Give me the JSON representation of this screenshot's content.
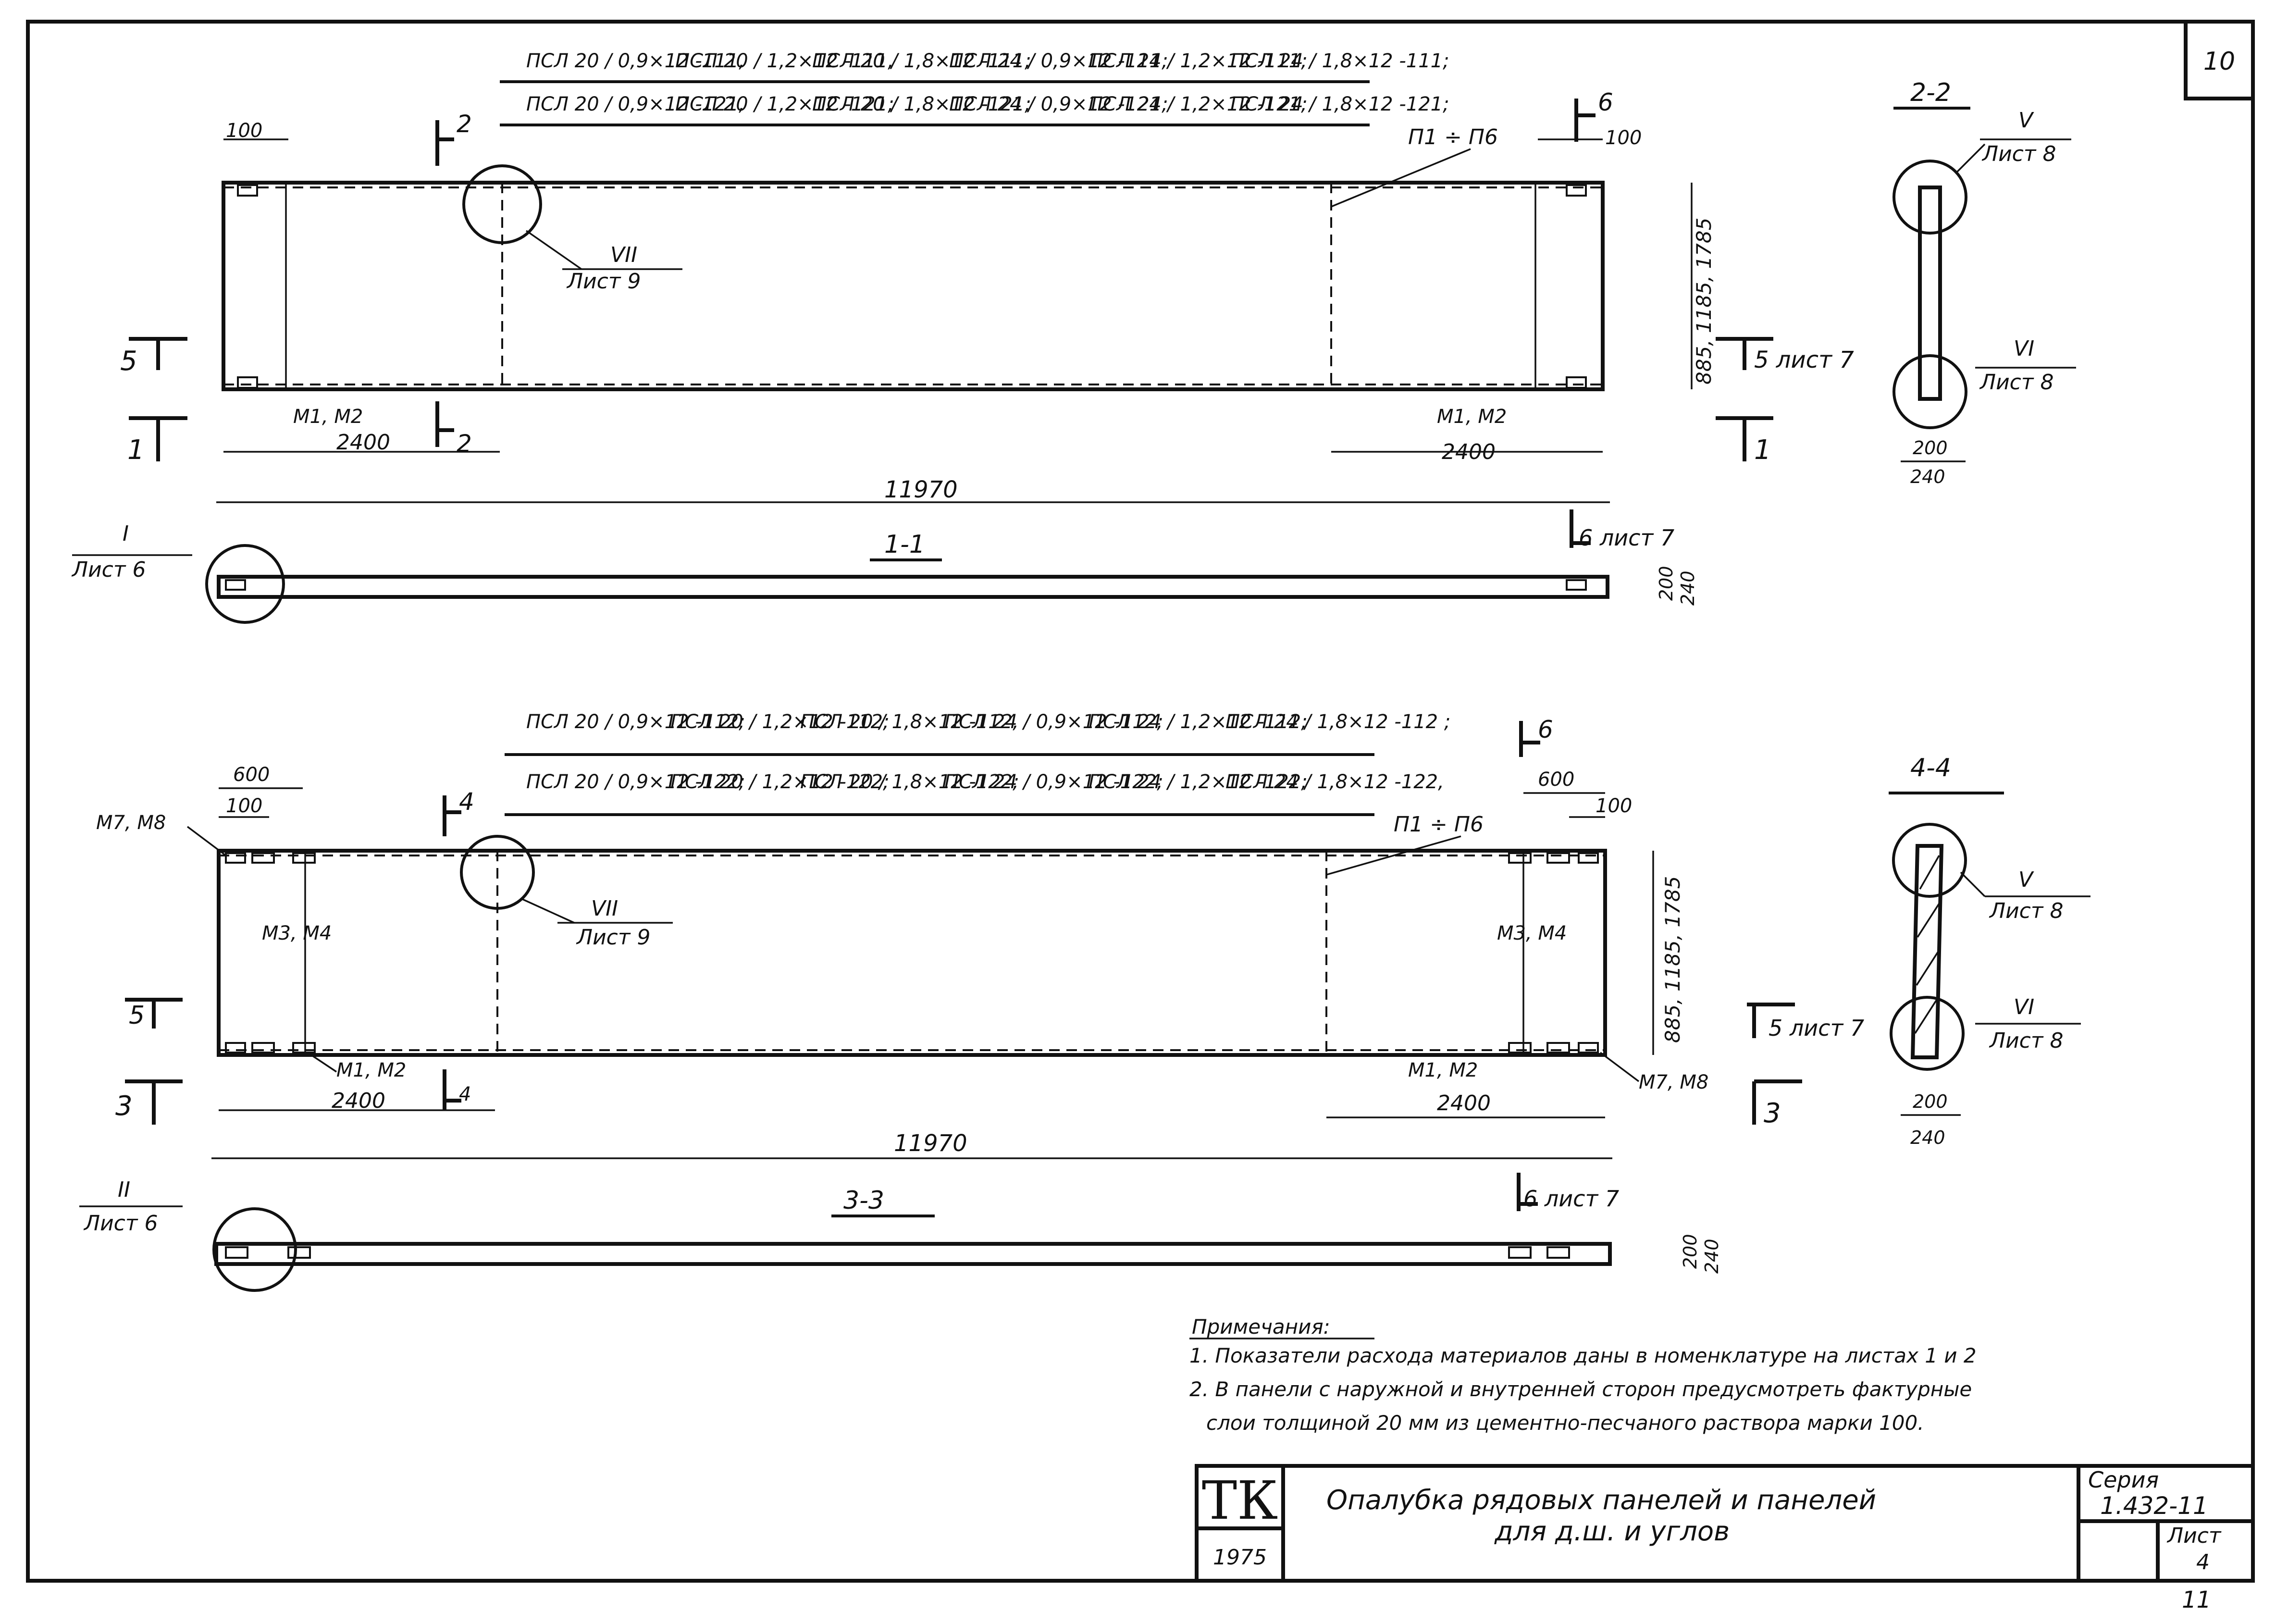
{
  "sheet": {
    "number": "10",
    "page_bottom": "11"
  },
  "top": {
    "marks_row1": [
      "ПСЛ 20 / 0,9×12 -111,",
      "ПСЛ 20 / 1,2×12 -111,",
      "ПСЛ 20 / 1,8×12 -111;",
      "ПСЛ 24 / 0,9×12 -111;",
      "ПСЛ 24 / 1,2×12 -111;",
      "ПСЛ 24 / 1,8×12 -111;"
    ],
    "marks_row2": [
      "ПСЛ 20 / 0,9×12 -121,",
      "ПСЛ 20 / 1,2×12 -121;",
      "ПСЛ 20 / 1,8×12 -121;",
      "ПСЛ 24 / 0,9×12 -121;",
      "ПСЛ 24 / 1,2×12 -121;",
      "ПСЛ 24 / 1,8×12 -121;"
    ],
    "dim_left_100": "100",
    "dim_right_100": "100",
    "dim_left_2400": "2400",
    "dim_right_2400": "2400",
    "dim_total": "11970",
    "dim_height": "885, 1185, 1785",
    "mark_left": "М1, М2",
    "mark_right": "М1, М2",
    "mark_p": "П1 ÷ П6",
    "callout_vii_num": "VII",
    "callout_vii_sheet": "Лист 9",
    "sec2_label": "2",
    "sec6_label": "6",
    "sec5_label": "5",
    "sec5_right": "5 лист 7",
    "sec1_label": "1"
  },
  "section_1_1": {
    "title": "1-1",
    "callout_num": "I",
    "callout_sheet": "Лист 6",
    "sec6_ref": "6 лист 7",
    "dim_200": "200",
    "dim_240": "240"
  },
  "section_2_2": {
    "title": "2-2",
    "callout_v_num": "V",
    "callout_v_sheet": "Лист 8",
    "callout_vi_num": "VI",
    "callout_vi_sheet": "Лист 8",
    "dim_200": "200",
    "dim_240": "240"
  },
  "bottom": {
    "marks_row1": [
      "ПСЛ 20 / 0,9×12 -112;",
      "ПСЛ 20 / 1,2×12 -112;",
      "ПСЛ 20 / 1,8×12 -112,",
      "ПСЛ 24 / 0,9×12 -112;",
      "ПСЛ 24 / 1,2×12 -112;",
      "ПСЛ 24 / 1,8×12 -112 ;"
    ],
    "marks_row2": [
      "ПСЛ 20 / 0,9×12 -122;",
      "ПСЛ 20 / 1,2×12 -122;",
      "ПСЛ 20 / 1,8×12 -122;",
      "ПСЛ 24 / 0,9×12 -122;",
      "ПСЛ 24 / 1,2×12 -122;",
      "ПСЛ 24 / 1,8×12 -122,"
    ],
    "dim_left_600": "600",
    "dim_left_100": "100",
    "dim_right_600": "600",
    "dim_right_100": "100",
    "dim_left_2400": "2400",
    "dim_right_2400": "2400",
    "dim_total": "11970",
    "dim_height": "885, 1185, 1785",
    "mark_m7_left": "М7, М8",
    "mark_m7_right": "М7, М8",
    "mark_m3_left": "М3, М4",
    "mark_m3_right": "М3, М4",
    "mark_m1_left": "М1, М2",
    "mark_m1_right": "М1, М2",
    "mark_p": "П1 ÷ П6",
    "callout_vii_num": "VII",
    "callout_vii_sheet": "Лист 9",
    "sec4_label": "4",
    "sec4_low": "4",
    "sec6_label": "6",
    "sec5_label": "5",
    "sec5_right": "5 лист 7",
    "sec3_label": "3"
  },
  "section_3_3": {
    "title": "3-3",
    "callout_num": "II",
    "callout_sheet": "Лист 6",
    "sec6_ref": "6 лист 7",
    "dim_200": "200",
    "dim_240": "240"
  },
  "section_4_4": {
    "title": "4-4",
    "callout_v_num": "V",
    "callout_v_sheet": "Лист 8",
    "callout_vi_num": "VI",
    "callout_vi_sheet": "Лист 8",
    "dim_200": "200",
    "dim_240": "240"
  },
  "notes": {
    "heading": "Примечания:",
    "line1": "1. Показатели расхода материалов даны в номенклатуре на листах 1 и 2",
    "line2": "2. В панели с наружной и внутренней сторон предусмотреть фактурные",
    "line3": "слои толщиной 20 мм из цементно-песчаного раствора марки 100."
  },
  "title_block": {
    "org": "ТК",
    "year": "1975",
    "title1": "Опалубка рядовых панелей и панелей",
    "title2": "для д.ш. и углов",
    "series_label": "Серия",
    "series_value": "1.432-11",
    "sheet_label": "Лист",
    "sheet_value": "4"
  }
}
